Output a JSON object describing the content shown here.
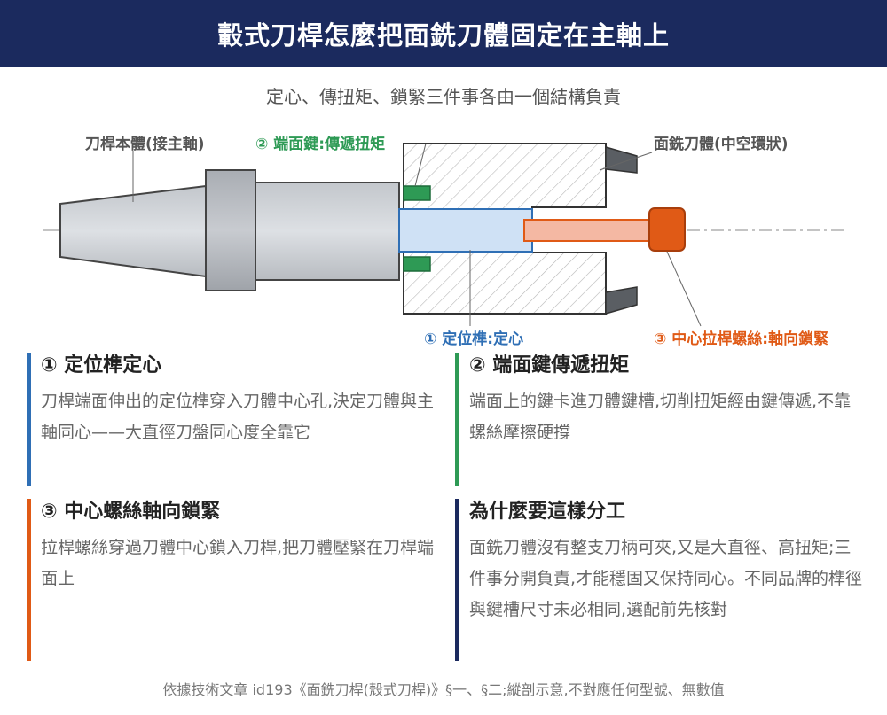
{
  "header": {
    "title": "轂式刀桿怎麼把面銑刀體固定在主軸上"
  },
  "subtitle": "定心、傳扭矩、鎖緊三件事各由一個結構負責",
  "diagram": {
    "labels": {
      "arbor_body": "刀桿本體(接主軸)",
      "drive_key": "② 端面鍵:傳遞扭矩",
      "cutter_body": "面銑刀體(中空環狀)",
      "pilot": "① 定位榫:定心",
      "center_bolt": "③ 中心拉桿螺絲:軸向鎖緊"
    },
    "colors": {
      "blue": "#2f6fb5",
      "green": "#2e9a55",
      "orange": "#e05a16",
      "navy": "#1b2a5e"
    }
  },
  "cards": [
    {
      "title": "① 定位榫定心",
      "text": "刀桿端面伸出的定位榫穿入刀體中心孔,決定刀體與主軸同心——大直徑刀盤同心度全靠它",
      "color": "#2f6fb5"
    },
    {
      "title": "② 端面鍵傳遞扭矩",
      "text": "端面上的鍵卡進刀體鍵槽,切削扭矩經由鍵傳遞,不靠螺絲摩擦硬撐",
      "color": "#2e9a55"
    },
    {
      "title": "③ 中心螺絲軸向鎖緊",
      "text": "拉桿螺絲穿過刀體中心鎖入刀桿,把刀體壓緊在刀桿端面上",
      "color": "#e05a16"
    },
    {
      "title": "為什麼要這樣分工",
      "text": "面銑刀體沒有整支刀柄可夾,又是大直徑、高扭矩;三件事分開負責,才能穩固又保持同心。不同品牌的榫徑與鍵槽尺寸未必相同,選配前先核對",
      "color": "#1b2a5e"
    }
  ],
  "footer": "依據技術文章 id193《面銑刀桿(殼式刀桿)》§一、§二;縱剖示意,不對應任何型號、無數值"
}
